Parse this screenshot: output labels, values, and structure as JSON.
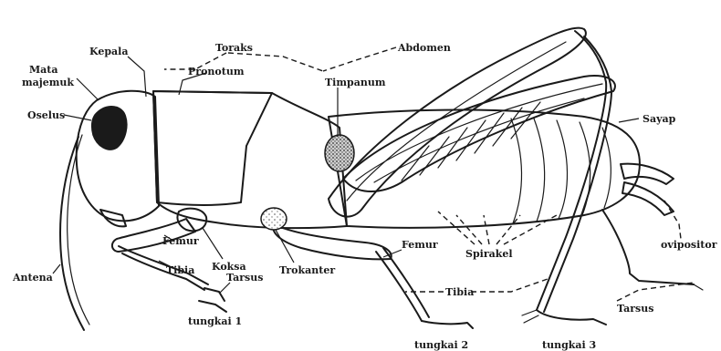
{
  "diagram": {
    "labels": {
      "mata_majemuk": "Mata majemuk",
      "kepala": "Kepala",
      "toraks": "Toraks",
      "abdomen": "Abdomen",
      "pronotum": "Pronotum",
      "timpanum": "Timpanum",
      "oselus": "Oselus",
      "sayap": "Sayap",
      "antena": "Antena",
      "femur_front": "Femur",
      "tibia_front": "Tibia",
      "tarsus_front": "Tarsus",
      "koksa": "Koksa",
      "trokanter": "Trokanter",
      "femur_mid": "Femur",
      "spirakel": "Spirakel",
      "tibia_mid": "Tibia",
      "ovipositor": "ovipositor",
      "tarsus_hind": "Tarsus",
      "tungkai_1": "tungkai 1",
      "tungkai_2": "tungkai 2",
      "tungkai_3": "tungkai 3"
    },
    "colors": {
      "ink": "#1a1a1a",
      "shade": "#9a9a9a",
      "paper": "#ffffff"
    }
  }
}
